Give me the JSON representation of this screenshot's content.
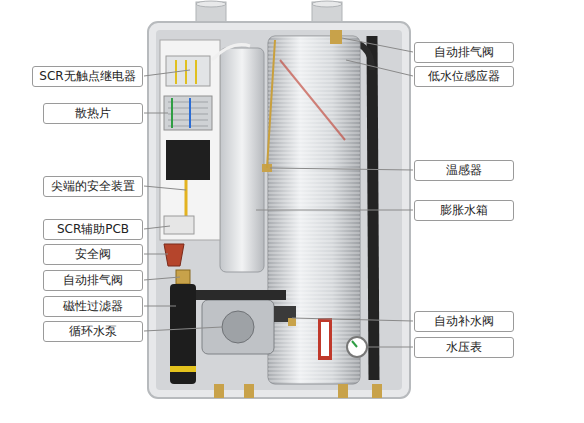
{
  "diagram": {
    "nodes": [
      {
        "text": [
          "SCR无触点继电器"
        ]
      },
      {
        "text": [
          "散热片"
        ]
      },
      {
        "text": [
          "尖端的安全装置"
        ]
      },
      {
        "text": [
          "SCR辅助PCB"
        ]
      },
      {
        "text": [
          "安全阀"
        ]
      },
      {
        "text": [
          "自动排气阀"
        ]
      },
      {
        "text": [
          "磁性过滤器"
        ]
      },
      {
        "text": [
          "循环水泵"
        ]
      },
      {
        "text": [
          "自动排气阀"
        ]
      },
      {
        "text": [
          "低水位感应器"
        ]
      },
      {
        "text": [
          "温感器"
        ]
      },
      {
        "text": [
          "膨胀水箱"
        ]
      },
      {
        "text": [
          "自动补水阀"
        ]
      },
      {
        "text": [
          "水压表"
        ]
      }
    ]
  }
}
